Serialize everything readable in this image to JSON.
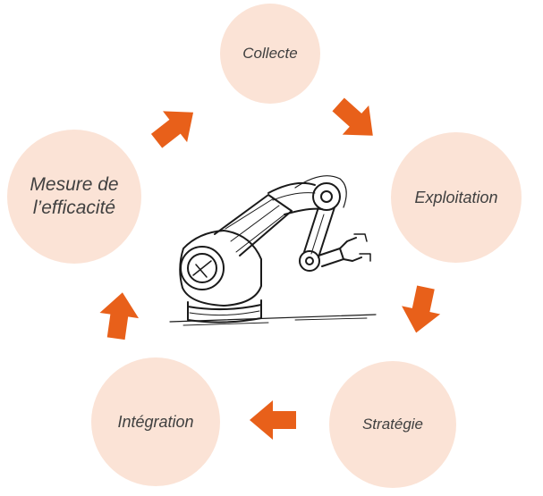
{
  "colors": {
    "circle_fill": "#fbe3d6",
    "arrow": "#e8601a",
    "label_text": "#404040",
    "sketch": "#1a1a1a"
  },
  "cycle": {
    "steps": [
      {
        "id": "collecte",
        "label": "Collecte"
      },
      {
        "id": "exploitation",
        "label": "Exploitation"
      },
      {
        "id": "strategie",
        "label": "Stratégie"
      },
      {
        "id": "integration",
        "label": "Intégration"
      },
      {
        "id": "mesure",
        "label_line1": "Mesure de",
        "label_line2": "l’efficacité"
      }
    ]
  },
  "center_image": {
    "icon": "robot-arm-sketch-icon"
  }
}
